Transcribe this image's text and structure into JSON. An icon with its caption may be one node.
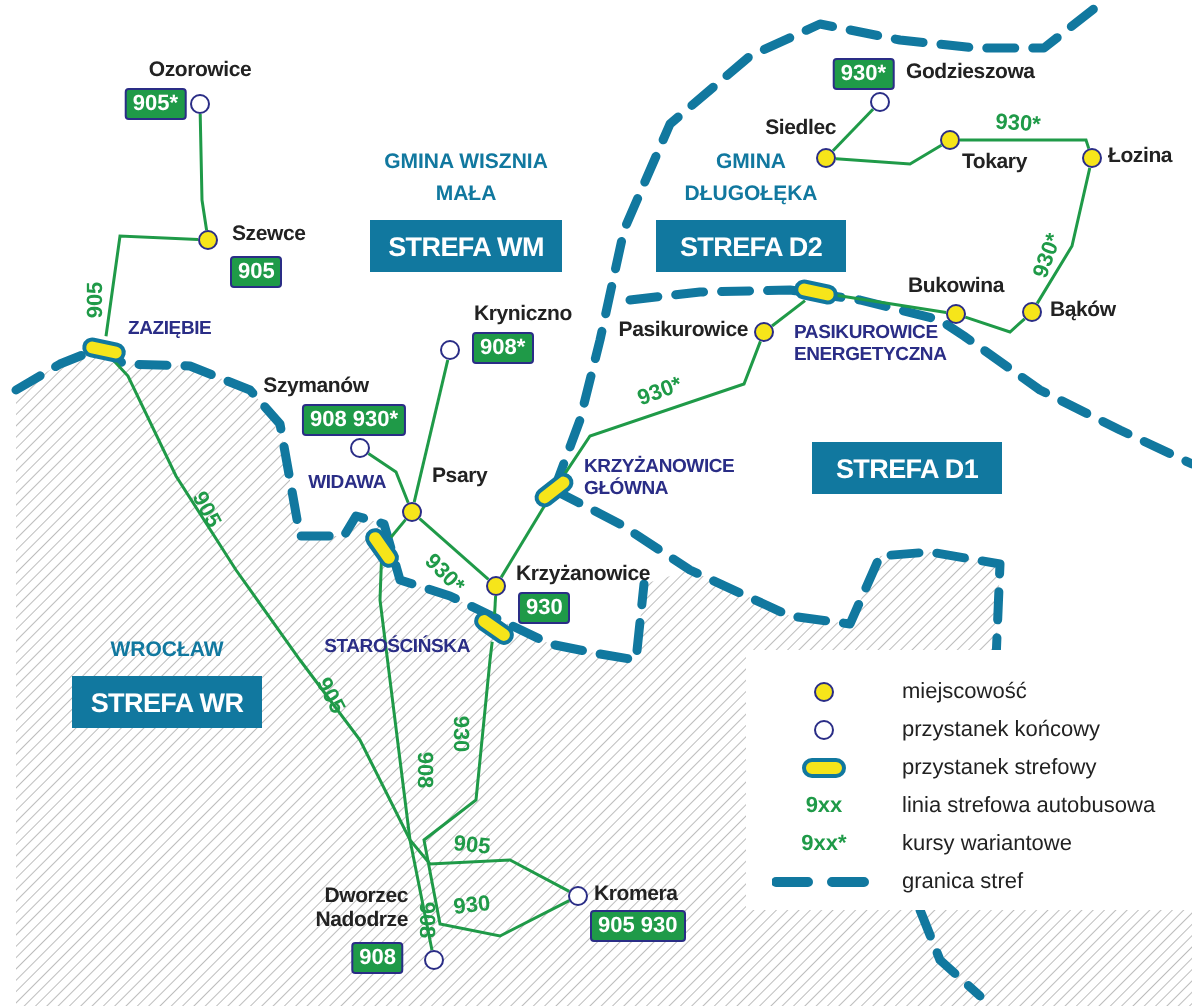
{
  "diagram": {
    "nodes": [
      {
        "text": [
          "Ozorowice",
          "905*"
        ]
      },
      {
        "text": [
          "930*",
          "Godzieszowa"
        ]
      },
      {
        "text": [
          "GMINA WISZNIA MAŁA",
          "STREFA WM"
        ]
      },
      {
        "text": [
          "Siedlec"
        ]
      },
      {
        "text": [
          "Tokary"
        ]
      },
      {
        "text": [
          "Łozina"
        ]
      },
      {
        "text": [
          "GMINA DŁUGOŁĘKA",
          "STREFA D2"
        ]
      },
      {
        "text": [
          "Szewce",
          "905"
        ]
      },
      {
        "text": [
          "Bukowina"
        ]
      },
      {
        "text": [
          "Bąków"
        ]
      },
      {
        "text": [
          "PASIKUROWICE ENERGETYCZNA"
        ]
      },
      {
        "text": [
          "Pasikurowice"
        ]
      },
      {
        "text": [
          "Kryniczno",
          "908*"
        ]
      },
      {
        "text": [
          "ZAZIĘBIE"
        ]
      },
      {
        "text": [
          "Szymanów",
          "908 930*"
        ]
      },
      {
        "text": [
          "STREFA D1"
        ]
      },
      {
        "text": [
          "KRZYŻANOWICE GŁÓWNA"
        ]
      },
      {
        "text": [
          "Psary"
        ]
      },
      {
        "text": [
          "WIDAWA"
        ]
      },
      {
        "text": [
          "Krzyżanowice",
          "930"
        ]
      },
      {
        "text": [
          "STAROŚCIŃSKA"
        ]
      },
      {
        "text": [
          "WROCŁAW",
          "STREFA WR"
        ]
      },
      {
        "text": [
          "Kromera",
          "905 930"
        ]
      },
      {
        "text": [
          "Dworzec Nadodrze",
          "908"
        ]
      }
    ],
    "edges": [
      {
        "from": 0,
        "to": 7,
        "arrow": "none"
      },
      {
        "from": 7,
        "to": 13,
        "arrow": "none",
        "label": "905"
      },
      {
        "from": 13,
        "to": 22,
        "arrow": "none",
        "label": "905"
      },
      {
        "from": 12,
        "to": 17,
        "arrow": "none"
      },
      {
        "from": 14,
        "to": 17,
        "arrow": "none"
      },
      {
        "from": 17,
        "to": 18,
        "arrow": "none"
      },
      {
        "from": 18,
        "to": 23,
        "arrow": "none",
        "label": "908"
      },
      {
        "from": 17,
        "to": 19,
        "arrow": "none",
        "label": "930*"
      },
      {
        "from": 19,
        "to": 20,
        "arrow": "none"
      },
      {
        "from": 20,
        "to": 22,
        "arrow": "none",
        "label": "930"
      },
      {
        "from": 19,
        "to": 16,
        "arrow": "none"
      },
      {
        "from": 16,
        "to": 11,
        "arrow": "none",
        "label": "930*"
      },
      {
        "from": 11,
        "to": 10,
        "arrow": "none"
      },
      {
        "from": 10,
        "to": 8,
        "arrow": "none"
      },
      {
        "from": 8,
        "to": 9,
        "arrow": "none"
      },
      {
        "from": 9,
        "to": 5,
        "arrow": "none",
        "label": "930*"
      },
      {
        "from": 5,
        "to": 4,
        "arrow": "none",
        "label": "930*"
      },
      {
        "from": 4,
        "to": 3,
        "arrow": "none"
      },
      {
        "from": 3,
        "to": 1,
        "arrow": "none"
      }
    ],
    "labels": [
      "905",
      "905",
      "930",
      "908",
      "9xx",
      "9xx*"
    ],
    "legend": [
      {
        "text": "miejscowość"
      },
      {
        "text": "przystanek końcowy"
      },
      {
        "text": "przystanek strefowy"
      },
      {
        "text": "linia strefowa autobusowa"
      },
      {
        "text": "kursy wariantowe"
      },
      {
        "text": "granica stref"
      }
    ]
  }
}
